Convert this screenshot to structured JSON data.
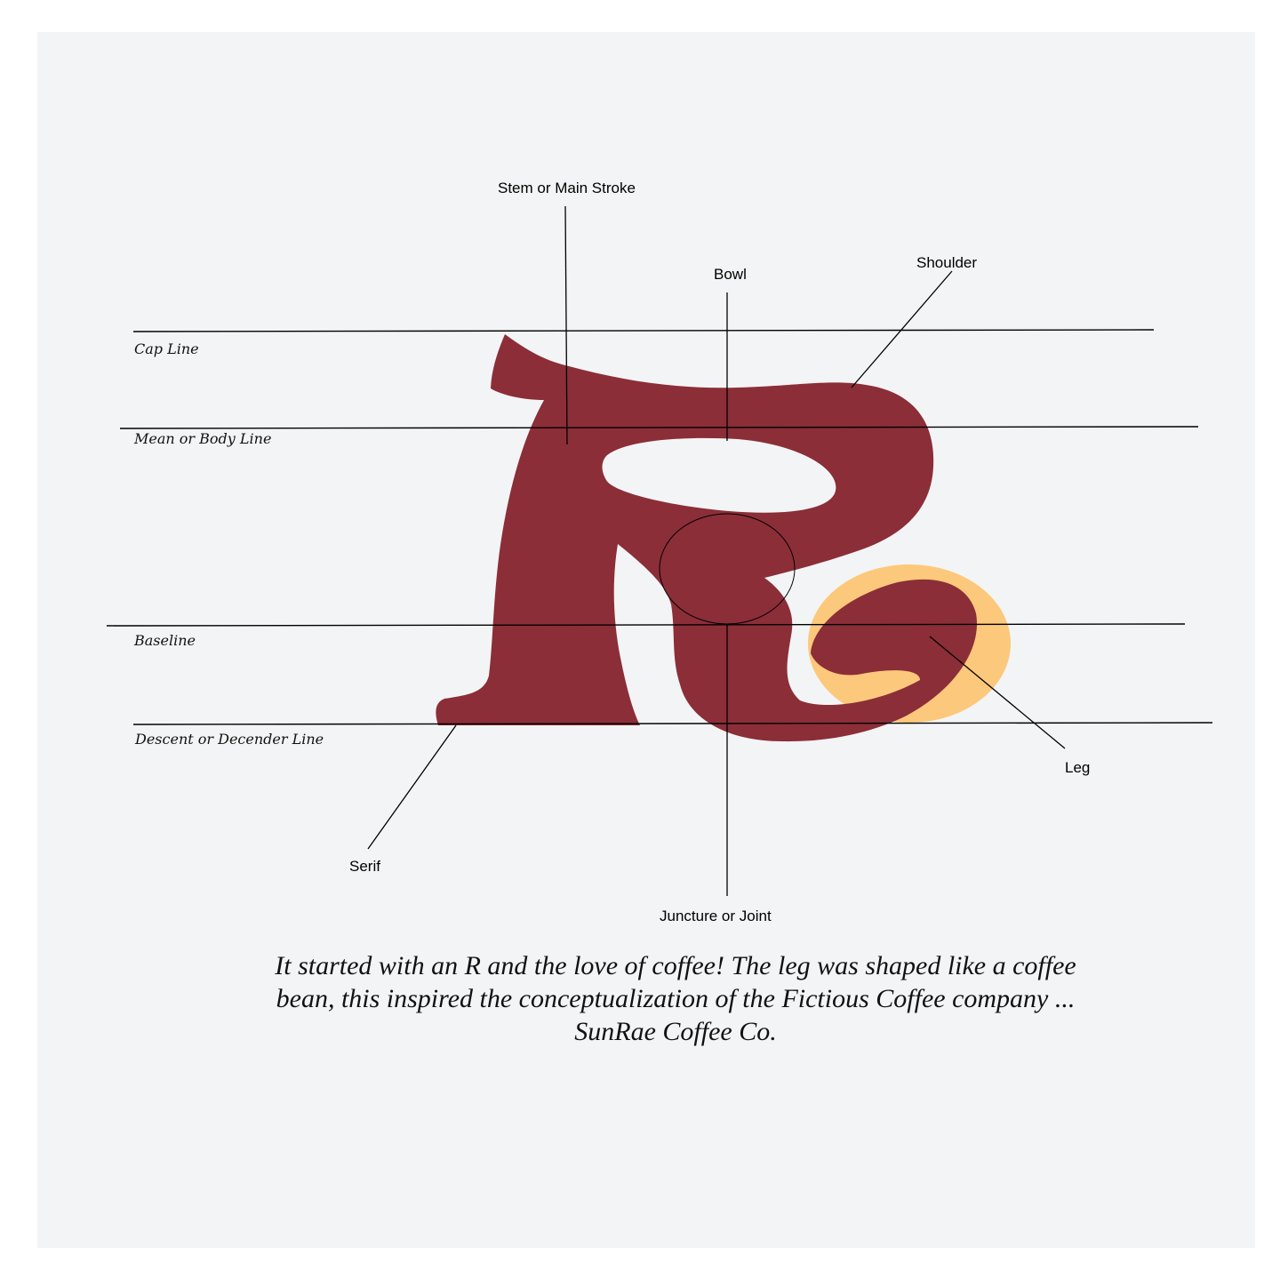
{
  "colors": {
    "letter": "#8b2e38",
    "bean": "#fcc87b",
    "background": "#f3f4f5",
    "lines": "#000000"
  },
  "guide_lines": {
    "cap": "Cap Line",
    "mean": "Mean or Body Line",
    "baseline": "Baseline",
    "descent": "Descent or Decender Line"
  },
  "callouts": {
    "stem": "Stem or Main Stroke",
    "bowl": "Bowl",
    "shoulder": "Shoulder",
    "leg": "Leg",
    "serif": "Serif",
    "juncture": "Juncture or Joint"
  },
  "caption": {
    "line1": "It started with an R and the love of coffee! The leg was shaped like a coffee",
    "line2": "bean, this inspired the conceptualization of the Fictious Coffee company ...",
    "line3": "SunRae Coffee Co."
  }
}
